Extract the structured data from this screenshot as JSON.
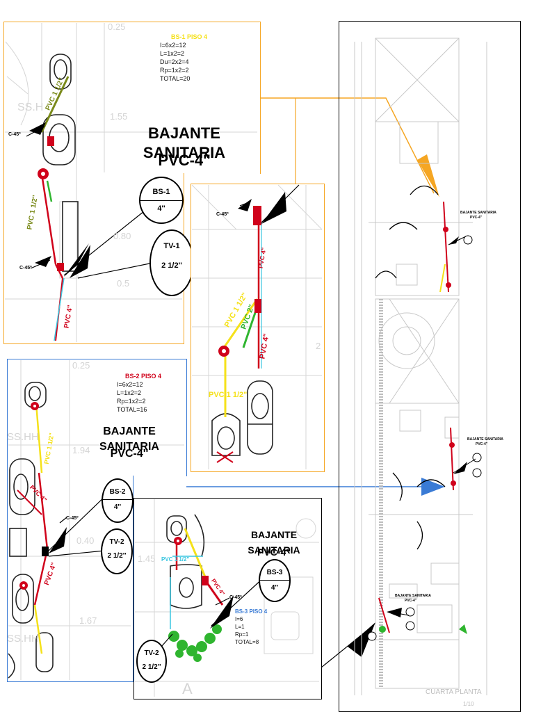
{
  "panel1": {
    "header": "BS-1  PISO 4",
    "calc": [
      "I=6x2=12",
      "L=1x2=2",
      "Du=2x2=4",
      "Rp=1x2=2",
      "TOTAL=20"
    ],
    "title_line1": "BAJANTE SANITARIA",
    "title_line2": "PVC-4''",
    "room": "SS.H",
    "dim1": "1.55",
    "dim2": "0.80",
    "dim3": "0.5",
    "dim4": "0.25",
    "fitting1": "C-45º",
    "fitting2": "C-45º",
    "pipe1": "PVC 1 1/2\"",
    "pipe2": "PVC 1 1/2\"",
    "pipe3": "PVC 4\"",
    "bs_tag": "BS-1",
    "bs_size": "4''",
    "tv_tag": "TV-1",
    "tv_size": "2 1/2''"
  },
  "panel2": {
    "fitting": "C-45º",
    "pipe1": "PVC 4\"",
    "pipe2": "PVC 1 1/2\"",
    "pipe3": "PVC 2\"",
    "pipe4": "PVC 4\"",
    "pipe5": "PVC 1 1/2\"",
    "dim": "2"
  },
  "panel3": {
    "header": "BS-2  PISO 4",
    "calc": [
      "I=6x2=12",
      "L=1x2=2",
      "Rp=1x2=2",
      "TOTAL=16"
    ],
    "title_line1": "BAJANTE SANITARIA",
    "title_line2": "PVC-4''",
    "room1": "SS.HH",
    "room2": "SS.HH",
    "dim1": "1.94",
    "dim2": "0.40",
    "dim3": "1.67",
    "dim4": "0.25",
    "fitting": "C-45º",
    "pipe1": "PVC 1 1/2\"",
    "pipe2": "PVC 4\"",
    "pipe3": "PVC 4\"",
    "bs_tag": "BS-2",
    "bs_size": "4''",
    "tv_tag": "TV-2",
    "tv_size": "2 1/2''"
  },
  "panel4": {
    "title_line1": "BAJANTE SANITARIA",
    "title_line2": "PVC-4''",
    "bs_tag": "BS-3",
    "bs_size": "4''",
    "header": "BS-3  PISO 4",
    "calc": [
      "I=6",
      "L=1",
      "Rp=1",
      "TOTAL=8"
    ],
    "tv_tag": "TV-2",
    "tv_size": "2 1/2''",
    "fitting": "C-45º",
    "pipe1": "PVC 1 1/2\"",
    "pipe2": "PVC 4\"",
    "dim": "1.45",
    "room": "A"
  },
  "plan": {
    "label1": "BAJANTE SANITARIA",
    "label1b": "PVC-4''",
    "label2": "BAJANTE SANITARIA",
    "label2b": "PVC-4''",
    "label3": "BAJANTE SANITARIA",
    "label3b": "PVC-4''",
    "title": "CUARTA PLANTA",
    "scale": "1/10"
  },
  "colors": {
    "orange": "#f5a623",
    "blue": "#3a7bd5",
    "red": "#d0021b",
    "green": "#2fb52f",
    "yellow": "#f5e11a",
    "olive": "#7a8a1a",
    "cyan": "#39c6e0"
  }
}
